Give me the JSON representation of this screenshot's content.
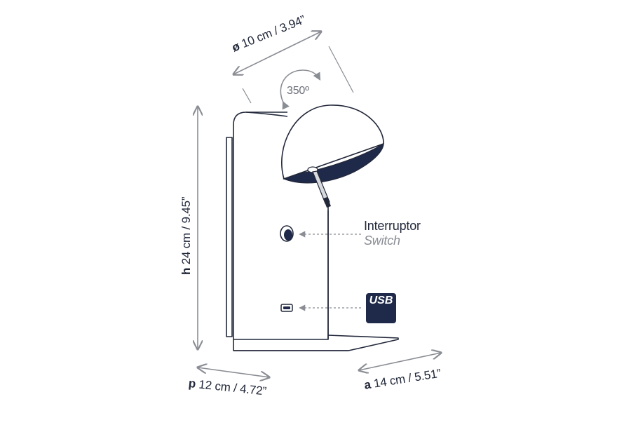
{
  "dimensions": {
    "diameter": {
      "prefix": "ø",
      "text": " 10 cm / 3.94”"
    },
    "height": {
      "prefix": "h",
      "text": " 24 cm / 9.45”"
    },
    "depth": {
      "prefix": "p",
      "text": " 12 cm / 4.72”"
    },
    "width": {
      "prefix": "a",
      "text": " 14 cm / 5.51”"
    }
  },
  "rotation": {
    "text": "350º"
  },
  "callouts": {
    "switch_primary": "Interruptor",
    "switch_secondary": "Switch",
    "usb_label": "USB"
  },
  "colors": {
    "outline": "#22283a",
    "dimension_line": "#8a8d94",
    "usb_badge": "#1f2a4a",
    "shade_inner": "#1f2a4a"
  }
}
